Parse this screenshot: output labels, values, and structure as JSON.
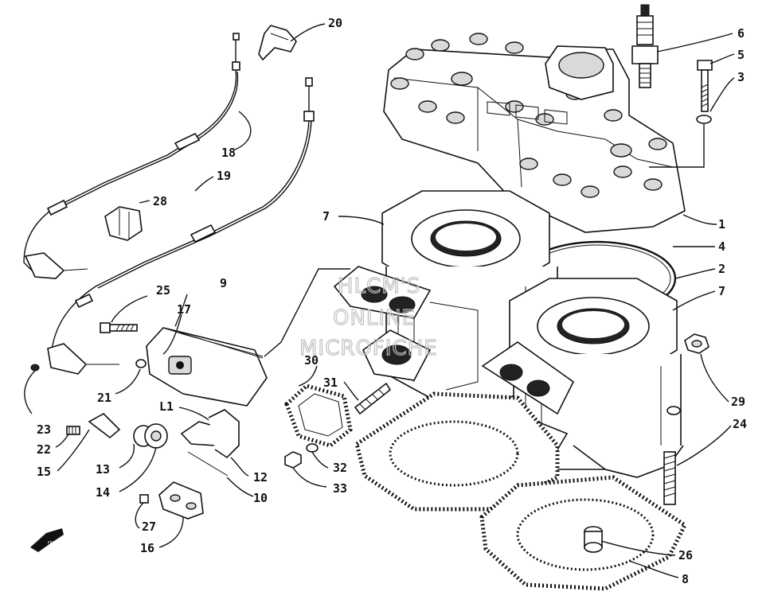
{
  "watermark": [
    "HLCM'S",
    "ONLINE",
    "MICROFICHE"
  ],
  "callouts": [
    {
      "id": "c20",
      "text": "20"
    },
    {
      "id": "c6",
      "text": "6"
    },
    {
      "id": "c5",
      "text": "5"
    },
    {
      "id": "c3",
      "text": "3"
    },
    {
      "id": "c18a",
      "text": "18"
    },
    {
      "id": "c19",
      "text": "19"
    },
    {
      "id": "c28a",
      "text": "28"
    },
    {
      "id": "c1",
      "text": "1"
    },
    {
      "id": "c7a",
      "text": "7"
    },
    {
      "id": "c4",
      "text": "4"
    },
    {
      "id": "c2",
      "text": "2"
    },
    {
      "id": "c7b",
      "text": "7"
    },
    {
      "id": "c9",
      "text": "9"
    },
    {
      "id": "c25",
      "text": "25"
    },
    {
      "id": "c17",
      "text": "17"
    },
    {
      "id": "c21",
      "text": "21"
    },
    {
      "id": "c30",
      "text": "30"
    },
    {
      "id": "c31",
      "text": "31"
    },
    {
      "id": "c29",
      "text": "29"
    },
    {
      "id": "c24",
      "text": "24"
    },
    {
      "id": "c23",
      "text": "23"
    },
    {
      "id": "c22",
      "text": "22"
    },
    {
      "id": "c15",
      "text": "15"
    },
    {
      "id": "cL1",
      "text": "L1"
    },
    {
      "id": "c13",
      "text": "13"
    },
    {
      "id": "c14",
      "text": "14"
    },
    {
      "id": "c12",
      "text": "12"
    },
    {
      "id": "c10",
      "text": "10"
    },
    {
      "id": "c32",
      "text": "32"
    },
    {
      "id": "c33",
      "text": "33"
    },
    {
      "id": "c27",
      "text": "27"
    },
    {
      "id": "c16",
      "text": "16"
    },
    {
      "id": "c26",
      "text": "26"
    },
    {
      "id": "c8",
      "text": "8"
    }
  ],
  "front_arrow_label": "FRONT"
}
